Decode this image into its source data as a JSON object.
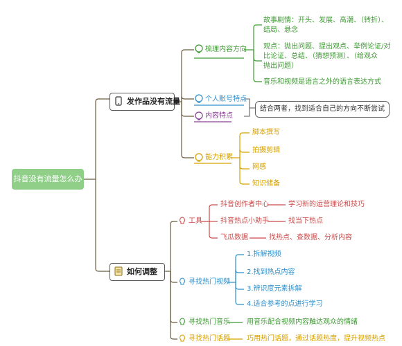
{
  "root": "抖音没有流量怎么办",
  "branch1": {
    "label": "发作品没有流量",
    "icon": "phone-icon",
    "sort": {
      "label": "梳理内容方向",
      "icon": "lightbulb-icon",
      "items": [
        [
          "故事剧情：开头、发展、高潮、（转折）、",
          "结局、悬念"
        ],
        [
          "观点：抛出问题、提出观点、举例论证/对",
          "比论证、总结、（猜想预测）、（给观众",
          "抛出问题）"
        ],
        [
          "音乐和视频是语言之外的语言表达方式"
        ]
      ]
    },
    "personal": {
      "label": "个人账号特点",
      "icon": "lightbulb-icon"
    },
    "content": {
      "label": "内容特点",
      "icon": "lightbulb-icon"
    },
    "combine_note": "结合两者，找到适合自己的方向不断尝试",
    "ability": {
      "label": "能力积累",
      "icon": "lightbulb-icon",
      "items": [
        "脚本撰写",
        "拍摄剪辑",
        "网感",
        "知识储备"
      ]
    }
  },
  "branch2": {
    "label": "如何调整",
    "icon": "notepad-icon",
    "tools": {
      "label": "工具",
      "icon": "bulb-outline-icon",
      "items": [
        {
          "name": "抖音创作者中心",
          "desc": "学习新的运营理论和技巧"
        },
        {
          "name": "抖音热点小助手",
          "desc": "找当下热点"
        },
        {
          "name": "飞瓜数据",
          "desc": "找热点、查数据、分析内容"
        }
      ]
    },
    "hot_video": {
      "label": "寻找热门视频",
      "icon": "bulb-outline-icon",
      "items": [
        "1.拆解视频",
        "2.找到热点内容",
        "3.辨识度元素拆解",
        "4.适合参考的点进行学习"
      ]
    },
    "hot_music": {
      "label": "寻找热门音乐",
      "icon": "bulb-outline-icon",
      "desc": "用音乐配合视频内容触达观众的情绪"
    },
    "hot_topic": {
      "label": "寻找热门话题",
      "icon": "bulb-outline-icon",
      "desc": "巧用热门话题，通过话题热度，提升视频热点"
    }
  },
  "colors": {
    "green": "#3f9a34",
    "blue": "#2e8fcb",
    "purple": "#8a3e94",
    "orange": "#d6a000",
    "red": "#c94a4a",
    "line": "#6b5a3e",
    "root": "#8fcf88"
  }
}
